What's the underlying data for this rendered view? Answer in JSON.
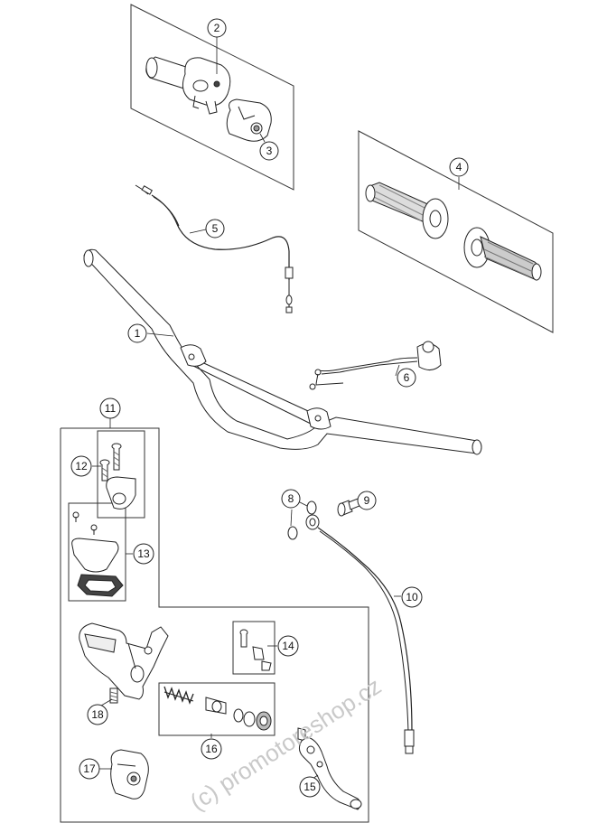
{
  "callouts": [
    {
      "id": "1",
      "label": "1"
    },
    {
      "id": "2",
      "label": "2"
    },
    {
      "id": "3",
      "label": "3"
    },
    {
      "id": "4",
      "label": "4"
    },
    {
      "id": "5",
      "label": "5"
    },
    {
      "id": "6",
      "label": "6"
    },
    {
      "id": "8",
      "label": "8"
    },
    {
      "id": "9",
      "label": "9"
    },
    {
      "id": "10",
      "label": "10"
    },
    {
      "id": "11",
      "label": "11"
    },
    {
      "id": "12",
      "label": "12"
    },
    {
      "id": "13",
      "label": "13"
    },
    {
      "id": "14",
      "label": "14"
    },
    {
      "id": "15",
      "label": "15"
    },
    {
      "id": "16",
      "label": "16"
    },
    {
      "id": "17",
      "label": "17"
    },
    {
      "id": "18",
      "label": "18"
    }
  ],
  "watermark": "(c) promotoreshop.cz",
  "colors": {
    "line": "#222222",
    "watermark": "#c9c9c9",
    "frame": "#333333"
  }
}
